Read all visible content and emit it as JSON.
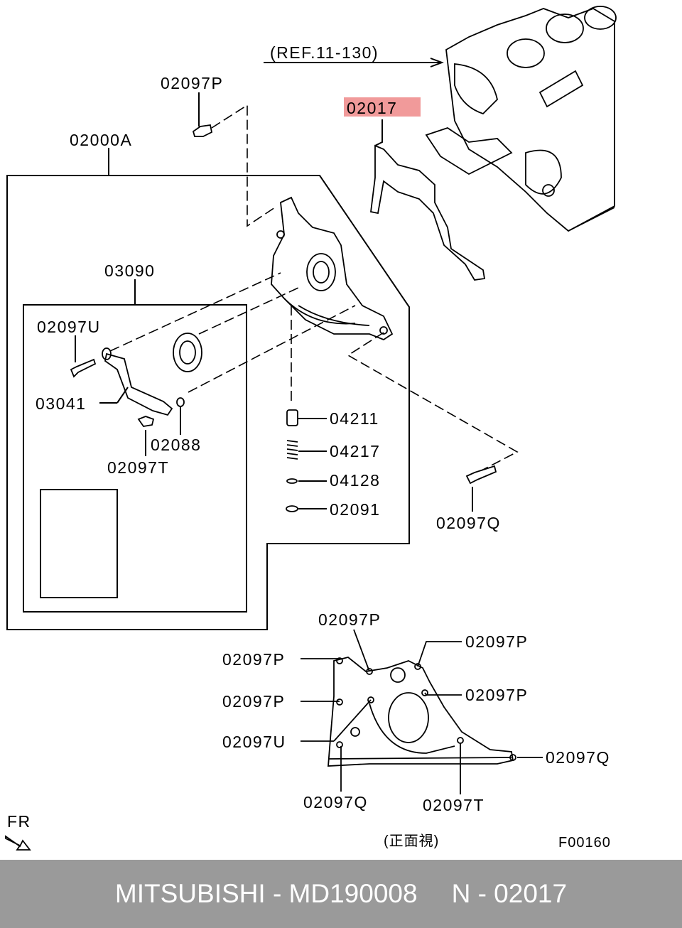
{
  "highlight_color": "#f19a9a",
  "footer_bg": "#9a9a9a",
  "ref_label": "(REF.11-130)",
  "callouts": {
    "p_top": "02097P",
    "a": "02000A",
    "gasket": "02017",
    "c03090": "03090",
    "u1": "02097U",
    "c03041": "03041",
    "c02088": "02088",
    "t1": "02097T",
    "c04211": "04211",
    "c04217": "04217",
    "c04128": "04128",
    "c02091": "02091",
    "q1": "02097Q"
  },
  "front_view": {
    "p_top": "02097P",
    "p_left1": "02097P",
    "p_right1": "02097P",
    "p_left2": "02097P",
    "p_right2": "02097P",
    "u": "02097U",
    "q_right": "02097Q",
    "q_bottom": "02097Q",
    "t_bottom": "02097T",
    "caption": "(正面視)"
  },
  "fr_label": "FR",
  "figure_code": "F00160",
  "footer": {
    "brand_part": "MITSUBISHI - MD190008",
    "ref": "N - 02017"
  }
}
